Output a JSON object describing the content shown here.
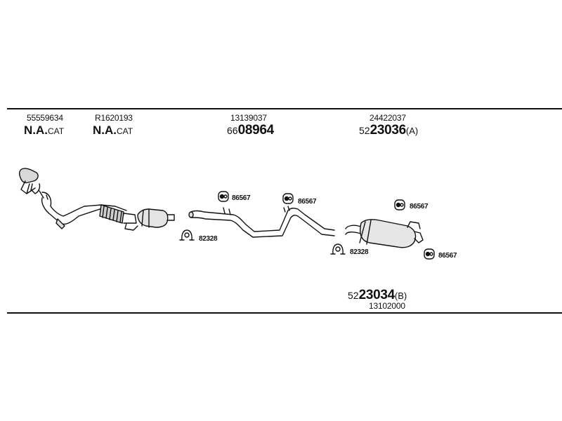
{
  "header": {
    "col1": {
      "part_number": "55559634",
      "label_strong": "N.A.",
      "label_small": "CAT"
    },
    "col2": {
      "part_number": "R1620193",
      "label_strong": "N.A.",
      "label_small": "CAT"
    },
    "col3": {
      "part_number": "13139037",
      "prefix": "66",
      "code": "08964",
      "suffix": ""
    },
    "col4": {
      "part_number": "24422037",
      "prefix": "52",
      "code": "23036",
      "suffix": "(A)"
    }
  },
  "footer": {
    "rear_box": {
      "prefix": "52",
      "code": "23034",
      "suffix": "(B)",
      "part_number": "13102000"
    }
  },
  "callouts": {
    "mount_1": "86567",
    "mount_2": "86567",
    "mount_3": "86567",
    "mount_4": "86567",
    "clamp_1": "82328",
    "clamp_2": "82328"
  },
  "colors": {
    "line": "#111111",
    "background": "#ffffff"
  }
}
